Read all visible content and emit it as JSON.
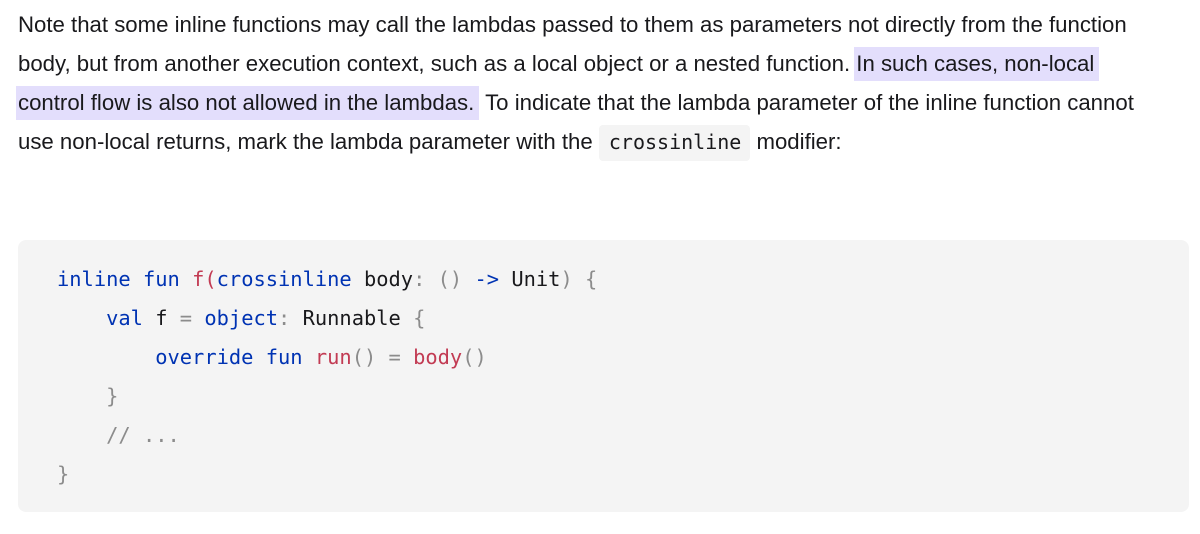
{
  "paragraph": {
    "part1": "Note that some inline functions may call the lambdas passed to them as parameters not directly from the function body, but from another execution context, such as a local object or a nested function. ",
    "highlighted": "In such cases, non-local control flow is also not allowed in the lambdas.",
    "part2": " To indicate that the lambda parameter of the inline function cannot use non-local returns, mark the lambda parameter with the ",
    "inline_code": "crossinline",
    "part3": " modifier:"
  },
  "code": {
    "line1": {
      "kw_inline": "inline",
      "kw_fun": "fun",
      "name": "f",
      "open_paren": "(",
      "kw_crossinline": "crossinline",
      "param": "body",
      "colon": ":",
      "parens": "()",
      "arrow": "->",
      "type": "Unit",
      "close_paren": ")",
      "open_brace": "{"
    },
    "line2": {
      "kw_val": "val",
      "ident": "f",
      "eq": "=",
      "kw_object": "object",
      "colon": ":",
      "type": "Runnable",
      "open_brace": "{"
    },
    "line3": {
      "kw_override": "override",
      "kw_fun": "fun",
      "name": "run",
      "parens": "()",
      "eq": "=",
      "call": "body",
      "call_parens": "()"
    },
    "line4": {
      "close_brace": "}"
    },
    "line5": {
      "comment": "// ..."
    },
    "line6": {
      "close_brace": "}"
    }
  },
  "colors": {
    "keyword": "#0033b3",
    "function_name": "#c23b53",
    "punctuation": "#8c8c8c",
    "highlight": "#e3defc",
    "code_background": "#f4f4f4"
  }
}
